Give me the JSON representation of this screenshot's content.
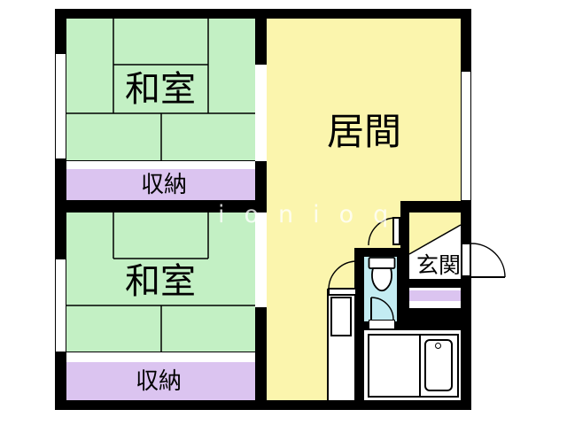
{
  "watermark": "ionioq",
  "rooms": {
    "japanese_room_upper": "和室",
    "japanese_room_lower": "和室",
    "storage_upper": "収納",
    "storage_lower": "収納",
    "living_room": "居間",
    "entrance": "玄関"
  },
  "colors": {
    "wall": "#000000",
    "tatami": "#c3f0c4",
    "storage": "#dbc4f0",
    "living": "#fbf5ad",
    "toilet": "#c3ecf2",
    "floor": "#ffffff",
    "watermark_text": "rgba(255,255,255,0.78)"
  }
}
